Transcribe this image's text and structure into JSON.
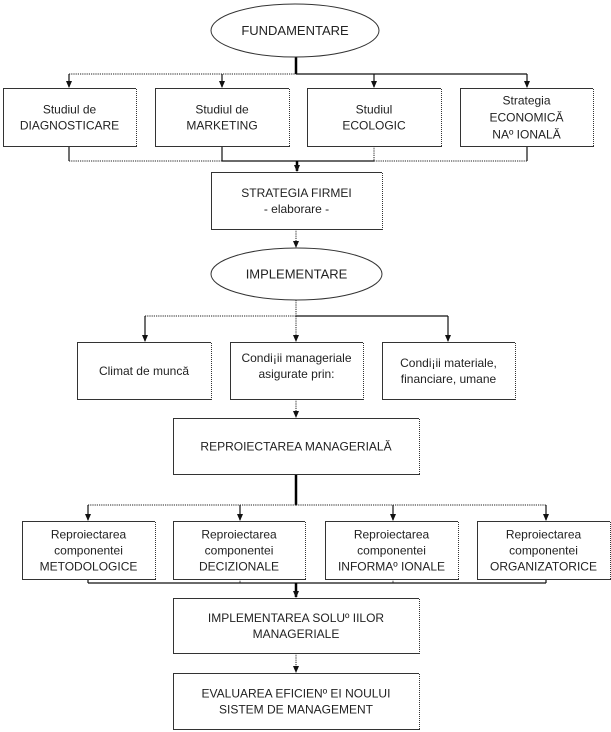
{
  "diagram": {
    "title": "Fundamentare - Implementare strategie",
    "nodes": {
      "fundamentare": {
        "shape": "ellipse",
        "lines": [
          "FUNDAMENTARE"
        ]
      },
      "studiu_diagnosticare": {
        "shape": "box",
        "lines": [
          "Studiul de",
          "DIAGNOSTICARE"
        ]
      },
      "studiu_marketing": {
        "shape": "box",
        "lines": [
          "Studiul de",
          "MARKETING"
        ]
      },
      "studiu_ecologic": {
        "shape": "box",
        "lines": [
          "Studiul",
          "ECOLOGIC"
        ]
      },
      "strategia_economica": {
        "shape": "box",
        "lines": [
          "Strategia",
          "ECONOMICĂ",
          "NAº IONALĂ"
        ]
      },
      "strategia_firmei": {
        "shape": "box",
        "lines": [
          "STRATEGIA FIRMEI",
          "- elaborare -"
        ]
      },
      "implementare": {
        "shape": "ellipse",
        "lines": [
          "IMPLEMENTARE"
        ]
      },
      "climat_munca": {
        "shape": "box",
        "lines": [
          "Climat de muncă"
        ]
      },
      "conditii_manageriale": {
        "shape": "box",
        "lines": [
          "Condi¡ii manageriale",
          "asigurate prin:"
        ]
      },
      "conditii_materiale": {
        "shape": "box",
        "lines": [
          "Condi¡ii materiale,",
          "financiare, umane"
        ]
      },
      "reproiectarea_manageriala": {
        "shape": "box",
        "lines": [
          "REPROIECTAREA MANAGERIALĂ"
        ]
      },
      "comp_metodologice": {
        "shape": "box",
        "lines": [
          "Reproiectarea",
          "componentei",
          "METODOLOGICE"
        ]
      },
      "comp_decizionale": {
        "shape": "box",
        "lines": [
          "Reproiectarea",
          "componentei",
          "DECIZIONALE"
        ]
      },
      "comp_informationale": {
        "shape": "box",
        "lines": [
          "Reproiectarea",
          "componentei",
          "INFORMAº IONALE"
        ]
      },
      "comp_organizatorice": {
        "shape": "box",
        "lines": [
          "Reproiectarea",
          "componentei",
          "ORGANIZATORICE"
        ]
      },
      "implementarea_solutiilor": {
        "shape": "box",
        "lines": [
          "IMPLEMENTAREA SOLUº IILOR",
          "MANAGERIALE"
        ]
      },
      "evaluarea_eficientei": {
        "shape": "box",
        "lines": [
          "EVALUAREA EFICIENº EI NOULUI",
          "SISTEM DE MANAGEMENT"
        ]
      }
    },
    "edges": [
      [
        "fundamentare",
        "studiu_diagnosticare"
      ],
      [
        "fundamentare",
        "studiu_marketing"
      ],
      [
        "fundamentare",
        "studiu_ecologic"
      ],
      [
        "fundamentare",
        "strategia_economica"
      ],
      [
        "studiu_diagnosticare",
        "strategia_firmei"
      ],
      [
        "studiu_marketing",
        "strategia_firmei"
      ],
      [
        "studiu_ecologic",
        "strategia_firmei"
      ],
      [
        "strategia_economica",
        "strategia_firmei"
      ],
      [
        "strategia_firmei",
        "implementare"
      ],
      [
        "implementare",
        "climat_munca"
      ],
      [
        "implementare",
        "conditii_manageriale"
      ],
      [
        "implementare",
        "conditii_materiale"
      ],
      [
        "conditii_manageriale",
        "reproiectarea_manageriala"
      ],
      [
        "reproiectarea_manageriala",
        "comp_metodologice"
      ],
      [
        "reproiectarea_manageriala",
        "comp_decizionale"
      ],
      [
        "reproiectarea_manageriala",
        "comp_informationale"
      ],
      [
        "reproiectarea_manageriala",
        "comp_organizatorice"
      ],
      [
        "comp_metodologice",
        "implementarea_solutiilor"
      ],
      [
        "comp_decizionale",
        "implementarea_solutiilor"
      ],
      [
        "comp_informationale",
        "implementarea_solutiilor"
      ],
      [
        "comp_organizatorice",
        "implementarea_solutiilor"
      ],
      [
        "implementarea_solutiilor",
        "evaluarea_eficientei"
      ]
    ]
  }
}
